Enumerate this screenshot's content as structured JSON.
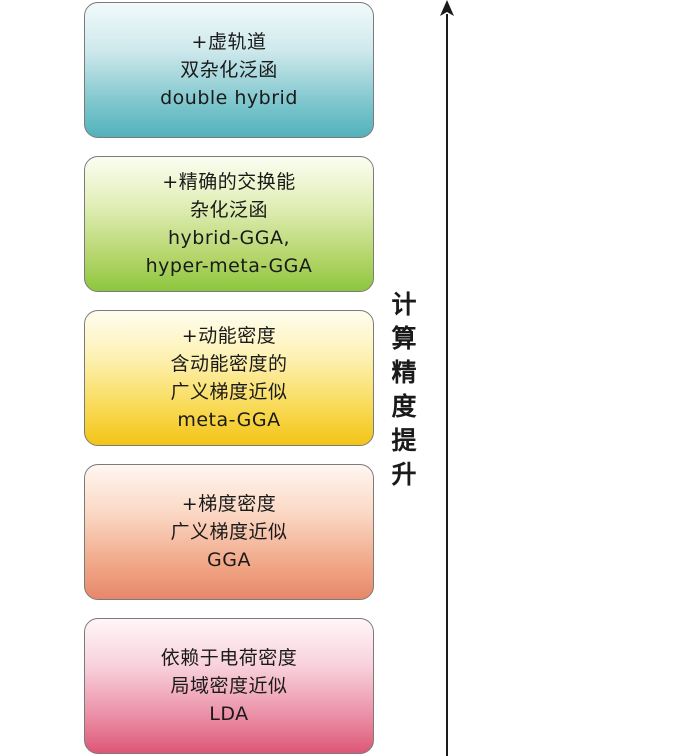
{
  "levels": [
    {
      "id": "double-hybrid",
      "lines": [
        "+虚轨道",
        "双杂化泛函",
        "double hybrid"
      ]
    },
    {
      "id": "hybrid",
      "lines": [
        "+精确的交换能",
        "杂化泛函",
        "hybrid-GGA,",
        "hyper-meta-GGA"
      ]
    },
    {
      "id": "meta-gga",
      "lines": [
        "+动能密度",
        "含动能密度的",
        "广义梯度近似",
        "meta-GGA"
      ]
    },
    {
      "id": "gga",
      "lines": [
        "+梯度密度",
        "广义梯度近似",
        "GGA"
      ]
    },
    {
      "id": "lda",
      "lines": [
        "依赖于电荷密度",
        "局域密度近似",
        "LDA"
      ]
    }
  ],
  "arrow_label": [
    "计",
    "算",
    "精",
    "度",
    "提",
    "升"
  ]
}
